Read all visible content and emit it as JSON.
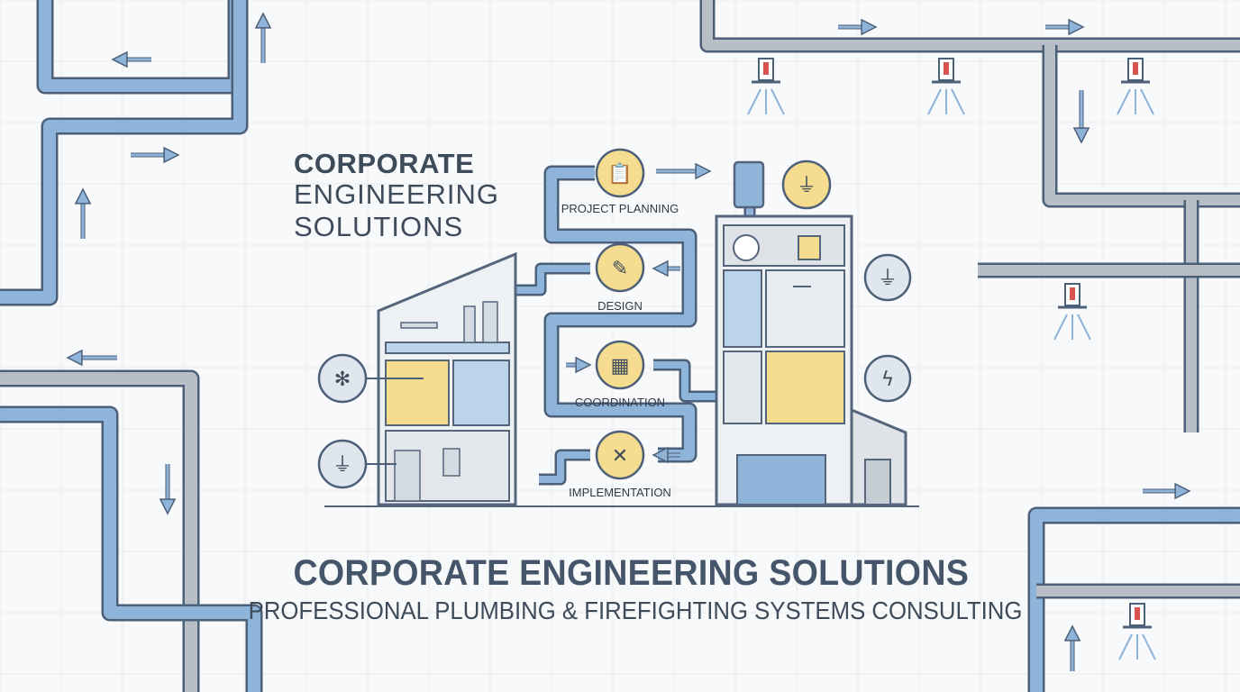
{
  "header": {
    "title_line1": "CORPORATE",
    "title_line2": "ENGINEERING",
    "title_line3": "SOLUTIONS"
  },
  "process": {
    "steps": [
      {
        "label": "PROJECT PLANNING",
        "icon": "clipboard-icon"
      },
      {
        "label": "DESIGN",
        "icon": "pencil-ruler-icon"
      },
      {
        "label": "COORDINATION",
        "icon": "grid-blocks-icon"
      },
      {
        "label": "IMPLEMENTATION",
        "icon": "tools-icon"
      }
    ]
  },
  "footer": {
    "title": "CORPORATE ENGINEERING SOLUTIONS",
    "subtitle": "PROFESSIONAL PLUMBING & FIREFIGHTING SYSTEMS CONSULTING"
  },
  "colors": {
    "background": "#f8f9fa",
    "pipe_blue": "#8fb4da",
    "pipe_gray": "#b7bec6",
    "outline": "#4d6079",
    "accent_yellow": "#f5dc8f",
    "text": "#3e4b5a"
  }
}
